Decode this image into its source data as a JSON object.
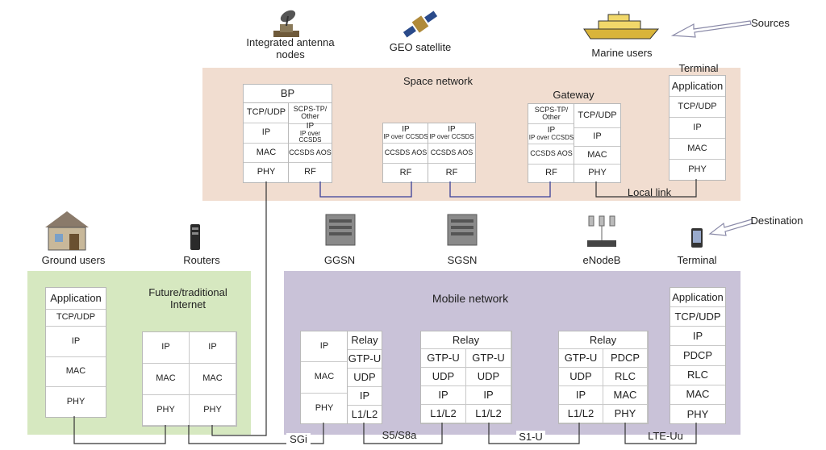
{
  "top": {
    "integrated_antenna": "Integrated antenna\nnodes",
    "geo_satellite": "GEO satellite",
    "marine_users": "Marine users",
    "sources": "Sources",
    "terminal_top": "Terminal"
  },
  "space": {
    "title": "Space network",
    "bp_header": "BP",
    "bp_left": [
      "TCP/UDP",
      "IP",
      "MAC",
      "PHY"
    ],
    "bp_right": [
      "SCPS-TP/ Other",
      "IP",
      "IP over CCSDS",
      "CCSDS AOS",
      "RF"
    ],
    "sat_left": [
      "IP",
      "IP over CCSDS",
      "CCSDS AOS",
      "RF"
    ],
    "sat_right": [
      "IP",
      "IP over CCSDS",
      "CCSDS AOS",
      "RF"
    ],
    "gateway_title": "Gateway",
    "gw_left": [
      "SCPS-TP/ Other",
      "IP",
      "IP over CCSDS",
      "CCSDS AOS",
      "RF"
    ],
    "gw_right": [
      "TCP/UDP",
      "IP",
      "MAC",
      "PHY"
    ],
    "term": [
      "Application",
      "TCP/UDP",
      "IP",
      "MAC",
      "PHY"
    ],
    "local_link": "Local link"
  },
  "middle": {
    "ground_users": "Ground users",
    "routers": "Routers",
    "ggsn": "GGSN",
    "sgsn": "SGSN",
    "enodeb": "eNodeB",
    "terminal": "Terminal",
    "destination": "Destination"
  },
  "internet": {
    "title": "Future/traditional\nInternet",
    "ground_stack": [
      "Application",
      "TCP/UDP",
      "IP",
      "MAC",
      "PHY"
    ],
    "router_rows": [
      [
        "IP",
        "IP"
      ],
      [
        "MAC",
        "MAC"
      ],
      [
        "PHY",
        "PHY"
      ]
    ]
  },
  "mobile": {
    "title": "Mobile network",
    "ggsn_left": [
      "IP",
      "MAC",
      "PHY"
    ],
    "ggsn_right": [
      "Relay",
      "GTP-U",
      "UDP",
      "IP",
      "L1/L2"
    ],
    "sgsn_relay": "Relay",
    "sgsn_rows": [
      [
        "GTP-U",
        "GTP-U"
      ],
      [
        "UDP",
        "UDP"
      ],
      [
        "IP",
        "IP"
      ],
      [
        "L1/L2",
        "L1/L2"
      ]
    ],
    "enb_relay": "Relay",
    "enb_rows": [
      [
        "GTP-U",
        "PDCP"
      ],
      [
        "UDP",
        "RLC"
      ],
      [
        "IP",
        "MAC"
      ],
      [
        "L1/L2",
        "PHY"
      ]
    ],
    "term": [
      "Application",
      "TCP/UDP",
      "IP",
      "PDCP",
      "RLC",
      "MAC",
      "PHY"
    ]
  },
  "interfaces": {
    "sgi": "SGi",
    "s5s8a": "S5/S8a",
    "s1u": "S1-U",
    "lteuu": "LTE-Uu"
  },
  "colors": {
    "space_bg": "#f1ddd0",
    "internet_bg": "#d6e8c0",
    "mobile_bg": "#c9c2d8",
    "link_blue": "#3a3f99"
  }
}
